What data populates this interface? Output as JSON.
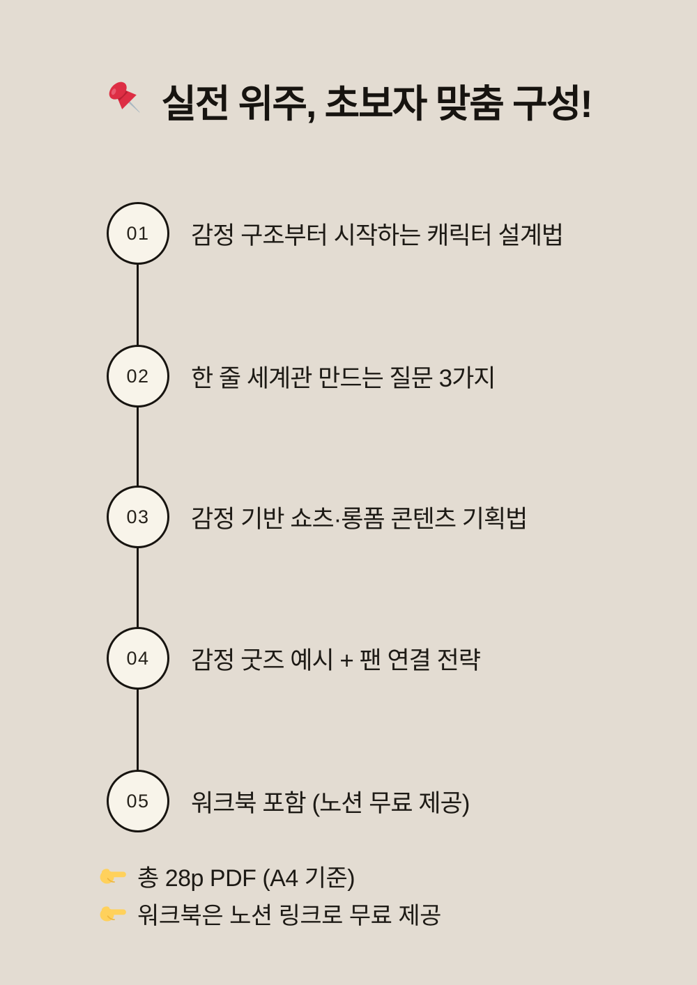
{
  "title": {
    "icon": "pushpin-icon",
    "text": "실전 위주, 초보자 맞춤 구성!"
  },
  "timeline": {
    "items": [
      {
        "number": "01",
        "label": "감정 구조부터 시작하는 캐릭터 설계법"
      },
      {
        "number": "02",
        "label": "한 줄 세계관 만드는 질문 3가지"
      },
      {
        "number": "03",
        "label": "감정 기반 쇼츠·롱폼 콘텐츠 기획법"
      },
      {
        "number": "04",
        "label": "감정 굿즈 예시 + 팬 연결 전략"
      },
      {
        "number": "05",
        "label": "워크북 포함 (노션 무료 제공)"
      }
    ]
  },
  "notes": {
    "icon": "pointing-right-icon",
    "items": [
      "총 28p PDF (A4 기준)",
      "워크북은 노션 링크로 무료 제공"
    ]
  },
  "colors": {
    "background": "#e3dcd2",
    "circle_fill": "#f8f4ea",
    "ink": "#171410",
    "pin_red": "#dd2e44",
    "pin_red_light": "#ea596e",
    "needle_silver": "#aab8c2",
    "finger_yellow": "#ffd15c"
  }
}
